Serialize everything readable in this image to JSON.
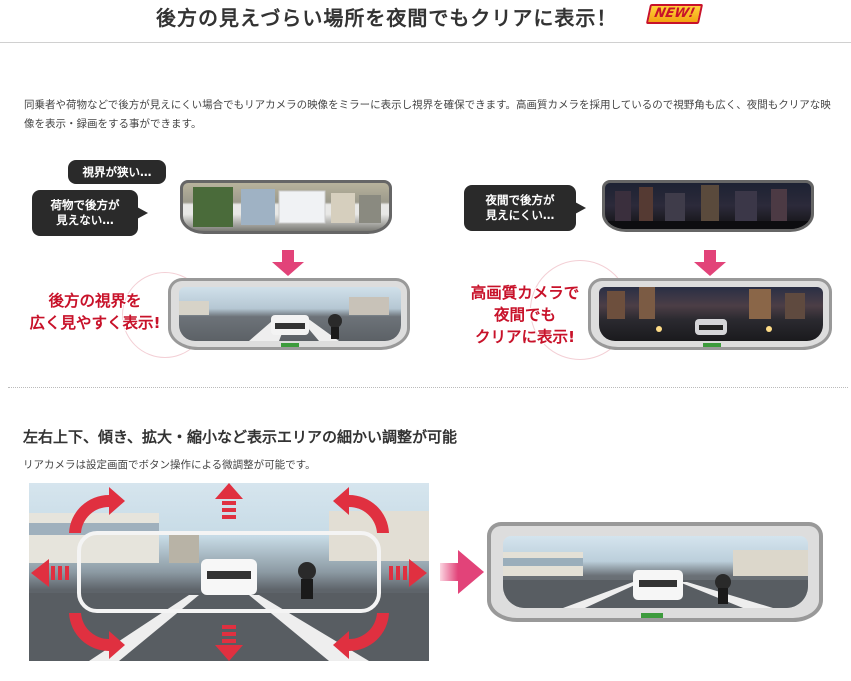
{
  "header": {
    "title": "後方の見えづらい場所を夜間でもクリアに表示！",
    "badge": "NEW!"
  },
  "intro": {
    "text": "同乗者や荷物などで後方が見えにくい場合でもリアカメラの映像をミラーに表示し視界を確保できます。高画質カメラを採用しているので視野角も広く、夜間もクリアな映像を表示・録画をする事ができます。"
  },
  "left_panel": {
    "bubble_top": "視界が狭い…",
    "bubble_bottom": "荷物で後方が\n見えない…",
    "caption_line1": "後方の視界を",
    "caption_line2": "広く見やすく表示!"
  },
  "right_panel": {
    "bubble": "夜間で後方が\n見えにくい…",
    "caption_line1": "高画質カメラで",
    "caption_line2": "夜間でも",
    "caption_line3": "クリアに表示!"
  },
  "adjust": {
    "title": "左右上下、傾き、拡大・縮小など表示エリアの細かい調整が可能",
    "subtitle": "リアカメラは設定画面でボタン操作による微調整が可能です。"
  },
  "colors": {
    "accent_red": "#c8122a",
    "arrow_pink": "#e24379"
  }
}
